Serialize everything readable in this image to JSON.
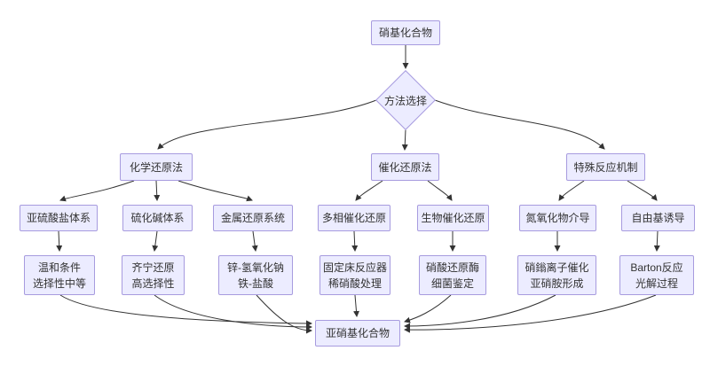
{
  "diagram": {
    "type": "flowchart",
    "direction": "top-down",
    "colors": {
      "node_fill": "#ECECFF",
      "node_border": "#9370DB",
      "edge_color": "#333333",
      "text_color": "#333333"
    },
    "nodes": {
      "root": {
        "label": "硝基化合物",
        "shape": "rect"
      },
      "decision": {
        "label": "方法选择",
        "shape": "diamond"
      },
      "chem": {
        "label": "化学还原法",
        "shape": "rect"
      },
      "cat": {
        "label": "催化还原法",
        "shape": "rect"
      },
      "special": {
        "label": "特殊反应机制",
        "shape": "rect"
      },
      "sulfite": {
        "label": "亚硫酸盐体系",
        "shape": "rect"
      },
      "sulfide": {
        "label": "硫化碱体系",
        "shape": "rect"
      },
      "metal": {
        "label": "金属还原系统",
        "shape": "rect"
      },
      "hetero": {
        "label": "多相催化还原",
        "shape": "rect"
      },
      "bio": {
        "label": "生物催化还原",
        "shape": "rect"
      },
      "nox": {
        "label": "氮氧化物介导",
        "shape": "rect"
      },
      "radical": {
        "label": "自由基诱导",
        "shape": "rect"
      },
      "mild": {
        "line1": "温和条件",
        "line2": "选择性中等",
        "shape": "rect"
      },
      "zinin": {
        "line1": "齐宁还原",
        "line2": "高选择性",
        "shape": "rect"
      },
      "zinc": {
        "line1": "锌-氢氧化钠",
        "line2": "铁-盐酸",
        "shape": "rect"
      },
      "fixedbed": {
        "line1": "固定床反应器",
        "line2": "稀硝酸处理",
        "shape": "rect"
      },
      "enzyme": {
        "line1": "硝酸还原酶",
        "line2": "细菌鉴定",
        "shape": "rect"
      },
      "nitronium": {
        "line1": "硝鎓离子催化",
        "line2": "亚硝胺形成",
        "shape": "rect"
      },
      "barton": {
        "line1": "Barton反应",
        "line2": "光解过程",
        "shape": "rect"
      },
      "product": {
        "label": "亚硝基化合物",
        "shape": "rect"
      }
    },
    "edges": [
      {
        "from": "root",
        "to": "decision"
      },
      {
        "from": "decision",
        "to": "chem"
      },
      {
        "from": "decision",
        "to": "cat"
      },
      {
        "from": "decision",
        "to": "special"
      },
      {
        "from": "chem",
        "to": "sulfite"
      },
      {
        "from": "chem",
        "to": "sulfide"
      },
      {
        "from": "chem",
        "to": "metal"
      },
      {
        "from": "cat",
        "to": "hetero"
      },
      {
        "from": "cat",
        "to": "bio"
      },
      {
        "from": "special",
        "to": "nox"
      },
      {
        "from": "special",
        "to": "radical"
      },
      {
        "from": "sulfite",
        "to": "mild"
      },
      {
        "from": "sulfide",
        "to": "zinin"
      },
      {
        "from": "metal",
        "to": "zinc"
      },
      {
        "from": "hetero",
        "to": "fixedbed"
      },
      {
        "from": "bio",
        "to": "enzyme"
      },
      {
        "from": "nox",
        "to": "nitronium"
      },
      {
        "from": "radical",
        "to": "barton"
      },
      {
        "from": "mild",
        "to": "product"
      },
      {
        "from": "zinin",
        "to": "product"
      },
      {
        "from": "zinc",
        "to": "product"
      },
      {
        "from": "fixedbed",
        "to": "product"
      },
      {
        "from": "enzyme",
        "to": "product"
      },
      {
        "from": "nitronium",
        "to": "product"
      },
      {
        "from": "barton",
        "to": "product"
      }
    ]
  }
}
